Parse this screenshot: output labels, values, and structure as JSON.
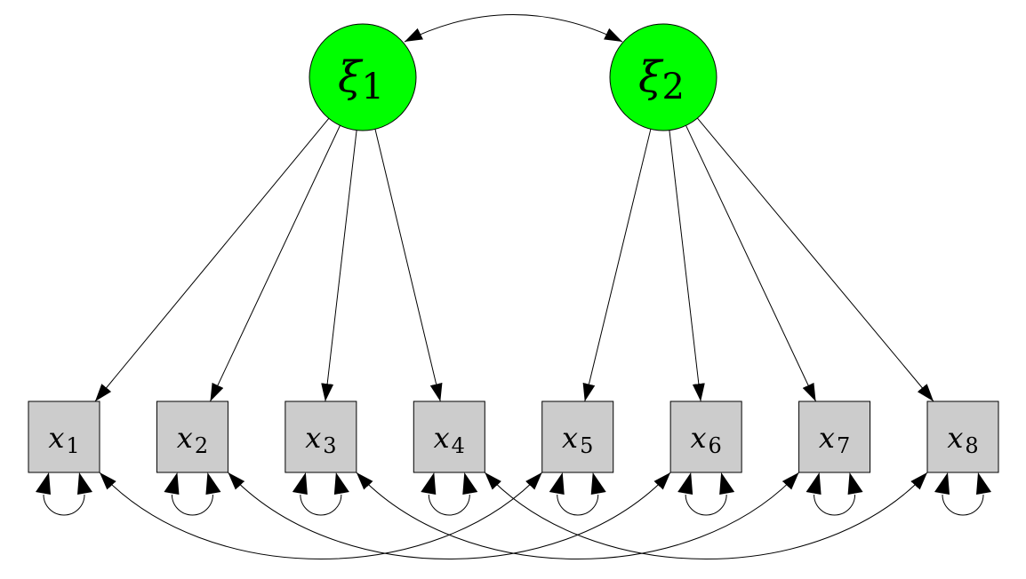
{
  "diagram": {
    "type": "structural-equation-model",
    "colors": {
      "latent_fill": "#00ff00",
      "observed_fill": "#cccccc",
      "stroke": "#000000",
      "background": "#ffffff"
    },
    "latent": [
      {
        "id": "xi1",
        "symbol": "ξ",
        "subscript": "1"
      },
      {
        "id": "xi2",
        "symbol": "ξ",
        "subscript": "2"
      }
    ],
    "observed": [
      {
        "id": "x1",
        "symbol": "x",
        "subscript": "1"
      },
      {
        "id": "x2",
        "symbol": "x",
        "subscript": "2"
      },
      {
        "id": "x3",
        "symbol": "x",
        "subscript": "3"
      },
      {
        "id": "x4",
        "symbol": "x",
        "subscript": "4"
      },
      {
        "id": "x5",
        "symbol": "x",
        "subscript": "5"
      },
      {
        "id": "x6",
        "symbol": "x",
        "subscript": "6"
      },
      {
        "id": "x7",
        "symbol": "x",
        "subscript": "7"
      },
      {
        "id": "x8",
        "symbol": "x",
        "subscript": "8"
      }
    ],
    "loadings": [
      {
        "from": "xi1",
        "to": "x1"
      },
      {
        "from": "xi1",
        "to": "x2"
      },
      {
        "from": "xi1",
        "to": "x3"
      },
      {
        "from": "xi1",
        "to": "x4"
      },
      {
        "from": "xi2",
        "to": "x5"
      },
      {
        "from": "xi2",
        "to": "x6"
      },
      {
        "from": "xi2",
        "to": "x7"
      },
      {
        "from": "xi2",
        "to": "x8"
      }
    ],
    "latent_covariances": [
      {
        "between": [
          "xi1",
          "xi2"
        ]
      }
    ],
    "error_variances": [
      "x1",
      "x2",
      "x3",
      "x4",
      "x5",
      "x6",
      "x7",
      "x8"
    ],
    "error_covariances": [
      {
        "between": [
          "x1",
          "x5"
        ]
      },
      {
        "between": [
          "x2",
          "x6"
        ]
      },
      {
        "between": [
          "x3",
          "x7"
        ]
      },
      {
        "between": [
          "x4",
          "x8"
        ]
      }
    ]
  }
}
